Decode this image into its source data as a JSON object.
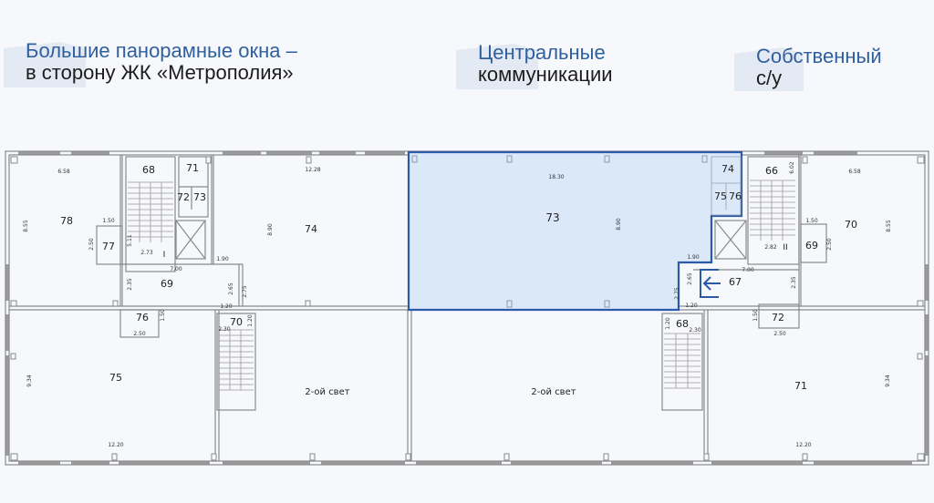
{
  "callouts": [
    {
      "line1": "Большие панорамные окна –",
      "line2": "в сторону ЖК «Метрополия»"
    },
    {
      "line1": "Центральные",
      "line2": "коммуникации"
    },
    {
      "line1": "Собственный",
      "line2": "с/у"
    }
  ],
  "colors": {
    "accent": "#2f5f9e",
    "highlight_fill": "#dbe8f7",
    "highlight_stroke": "#2b5aa8",
    "wall": "#8a8a8a",
    "background": "#f6f8fb"
  },
  "plan": {
    "highlighted_unit": "73",
    "rooms": {
      "r78": "78",
      "r68a": "68",
      "r71a": "71",
      "r72a": "72",
      "r73a": "73",
      "r77": "77",
      "r69a": "69",
      "r74a": "74",
      "r76a": "76",
      "r70a": "70",
      "r75a": "75",
      "r73": "73",
      "r74b": "74",
      "r75b": "75",
      "r76b": "76",
      "r67": "67",
      "r66": "66",
      "r70b": "70",
      "r69b": "69",
      "r72b": "72",
      "r68b": "68",
      "r71b": "71"
    },
    "double_height_label_left": "2-ой свет",
    "double_height_label_center": "2-ой свет",
    "stair_marks": {
      "left": "I",
      "right": "II"
    },
    "dimensions": {
      "d658a": "6.58",
      "d855a": "8.55",
      "d150a": "1.50",
      "d250a": "2.50",
      "d511": "5.11",
      "d273": "2.73",
      "d700a": "7.00",
      "d190a": "1.90",
      "d235a": "2.35",
      "d265a": "2.65",
      "d275a": "2.75",
      "d120a": "1.20",
      "d1228": "12.28",
      "d890a": "8.90",
      "d250b": "2.50",
      "d150b": "1.50",
      "d230a": "2.30",
      "d120b": "1.20",
      "d934a": "9.34",
      "d1220a": "12.20",
      "d1830": "18.30",
      "d890b": "8.90",
      "d190b": "1.90",
      "d265b": "2.65",
      "d275b": "2.75",
      "d120c": "1.20",
      "d602": "6.02",
      "d658b": "6.58",
      "d150c": "1.50",
      "d855b": "8.55",
      "d250c": "2.50",
      "d282": "2.82",
      "d700b": "7.00",
      "d235b": "2.35",
      "d150d": "1.50",
      "d250d": "2.50",
      "d120d": "1.20",
      "d230b": "2.30",
      "d934b": "9.34",
      "d1220b": "12.20"
    }
  }
}
